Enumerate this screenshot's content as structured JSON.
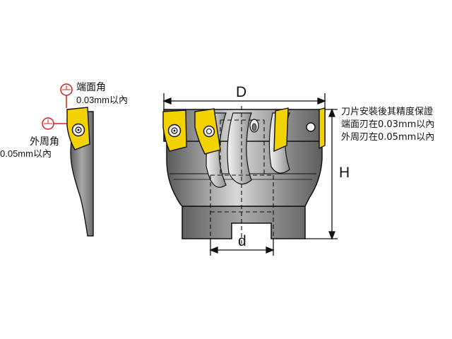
{
  "insert_detail": {
    "end_angle_label": "端面角",
    "end_angle_tolerance": "0.03mm以內",
    "peripheral_angle_label": "外周角",
    "peripheral_angle_tolerance": "0.05mm以內"
  },
  "cutter": {
    "diameter_label": "D",
    "height_label": "H",
    "bore_label": "d"
  },
  "accuracy_note": {
    "title": "刀片安裝後其精度保證",
    "end_runout": "端面刃在0.03mm以內",
    "peripheral_runout": "外周刃在0.05mm以內"
  },
  "colors": {
    "insert_yellow": "#f2d200",
    "indicator_red": "#d42020",
    "body_gray": "#808080",
    "line_black": "#111111"
  }
}
